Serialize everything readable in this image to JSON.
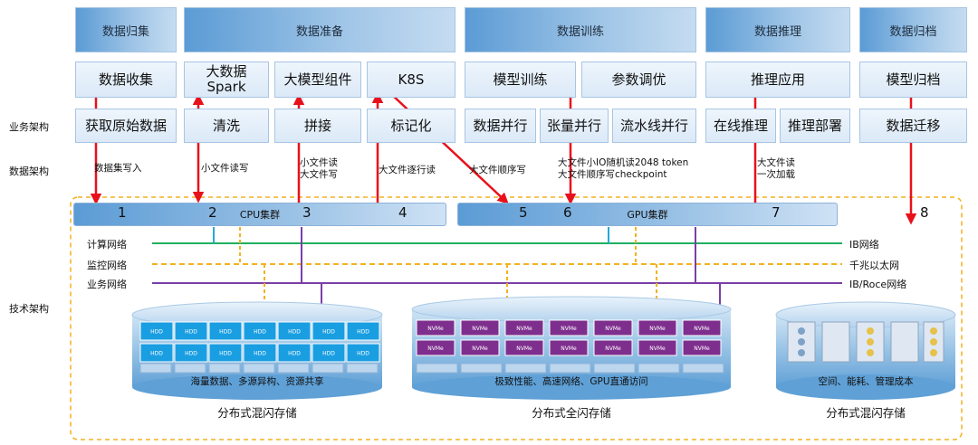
{
  "headers": [
    "数据归集",
    "数据准备",
    "数据训练",
    "数据推理",
    "数据归档"
  ],
  "row_labels": {
    "business": "业务架构",
    "data": "数据架构",
    "tech": "技术架构"
  },
  "row1": [
    "数据收集",
    "大数据\nSpark",
    "大模型组件",
    "K8S",
    "模型训练",
    "参数调优",
    "推理应用",
    "模型归档"
  ],
  "row2": [
    "获取原始数据",
    "清洗",
    "拼接",
    "标记化",
    "数据并行",
    "张量并行",
    "流水线并行",
    "在线推理",
    "推理部署",
    "数据迁移"
  ],
  "notes": [
    "数据集写入",
    "小文件读写",
    "小文件读\n大文件写",
    "大文件逐行读",
    "大文件顺序写",
    "大文件小IO随机读2048 token\n大文件顺序写checkpoint",
    "大文件读\n一次加载"
  ],
  "clusters": {
    "cpu": "CPU集群",
    "gpu": "GPU集群"
  },
  "numbers": [
    "1",
    "2",
    "3",
    "4",
    "5",
    "6",
    "7",
    "8"
  ],
  "networks_left": [
    "计算网络",
    "监控网络",
    "业务网络"
  ],
  "networks_right": [
    "IB网络",
    "千兆以太网",
    "IB/Roce网络"
  ],
  "drive_labels": {
    "hdd": "HDD",
    "nvme": "NVMe"
  },
  "storage": [
    {
      "caption": "海量数据、多源异构、资源共享",
      "label": "分布式混闪存储"
    },
    {
      "caption": "极致性能、高速网络、GPU直通访问",
      "label": "分布式全闪存储"
    },
    {
      "caption": "空间、能耗、管理成本",
      "label": "分布式混闪存储"
    }
  ],
  "colors": {
    "arrow": "#e8111b",
    "ib": "#1fb060",
    "monitor": "#f2b220",
    "business": "#7a3fa6",
    "compute_drop": "#28a9d6",
    "dashed_border": "#f2b220"
  }
}
